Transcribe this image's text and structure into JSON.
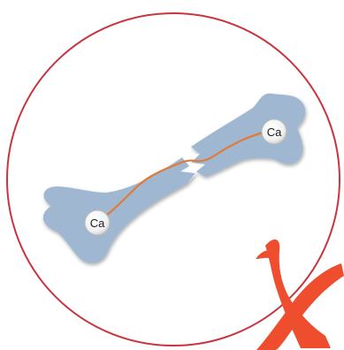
{
  "diagram": {
    "atoms": [
      {
        "id": "left",
        "label": "Ca"
      },
      {
        "id": "right",
        "label": "Ca"
      }
    ],
    "colors": {
      "circle_border": "#c9343f",
      "bone_fill": "#9fb7d1",
      "bond_line": "#e07a3a",
      "atom_fill": "#ffffff",
      "cross_mark": "#ee4d2e"
    },
    "icons": {
      "bone": "bone-icon",
      "fracture": "lightning-crack-icon",
      "mark": "red-x-icon"
    }
  }
}
